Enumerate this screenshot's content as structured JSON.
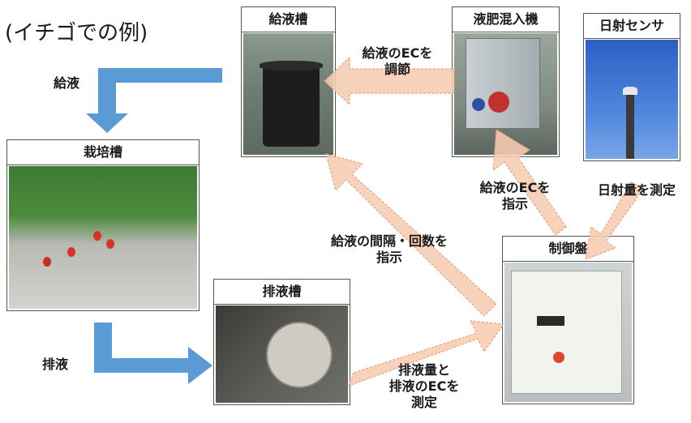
{
  "caption": "(イチゴでの例)",
  "panels": {
    "supply_tank": "給液槽",
    "fert_mixer": "液肥混入機",
    "solar_sensor": "日射センサ",
    "cultivation_bed": "栽培槽",
    "drain_tank": "排液槽",
    "control_panel": "制御盤"
  },
  "labels": {
    "supply": "給液",
    "drain": "排液",
    "adjust_line1": "給液のECを",
    "adjust_line2": "調節",
    "instruct_ec_line1": "給液のECを",
    "instruct_ec_line2": "指示",
    "measure_solar": "日射量を測定",
    "interval_line1": "給液の間隔・回数を",
    "interval_line2": "指示",
    "drain_measure_line1": "排液量と",
    "drain_measure_line2": "排液のECを",
    "drain_measure_line3": "測定"
  },
  "colors": {
    "blue_arrow": "#5b9bd5",
    "peach_arrow": "#f7cdb3",
    "peach_border": "#ec9f78"
  }
}
